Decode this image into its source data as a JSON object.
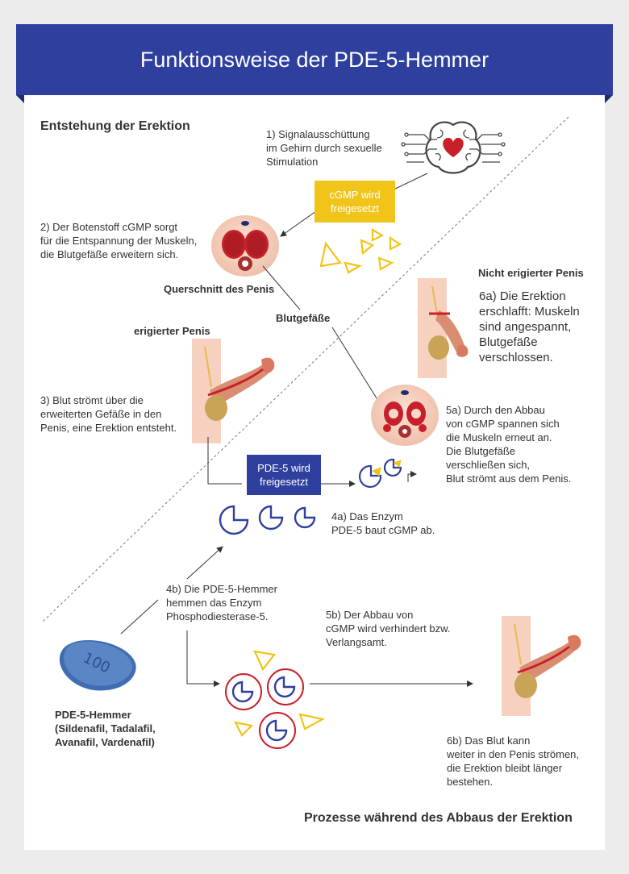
{
  "title": "Funktionsweise der PDE-5-Hemmer",
  "sections": {
    "erection_heading": "Entstehung der Erektion",
    "deflation_heading": "Prozesse während des Abbaus der Erektion"
  },
  "steps": {
    "s1": "1) Signalausschüttung\nim Gehirn durch sexuelle\nStimulation",
    "s2": "2) Der Botenstoff cGMP sorgt\nfür die Entspannung der Muskeln,\ndie Blutgefäße erweitern sich.",
    "s3": "3) Blut strömt über die\nerweiterten Gefäße in den\nPenis, eine Erektion entsteht.",
    "s4a": "4a) Das Enzym\nPDE-5 baut cGMP ab.",
    "s4b": "4b) Die PDE-5-Hemmer\nhemmen das Enzym\nPhosphodiesterase-5.",
    "s5a": "5a) Durch den Abbau\nvon cGMP spannen sich\ndie Muskeln erneut an.\nDie Blutgefäße\nverschließen sich,\nBlut strömt aus dem Penis.",
    "s5b": "5b) Der Abbau von\ncGMP wird verhindert bzw.\nVerlangsamt.",
    "s6a": "6a) Die Erektion\nerschlafft: Muskeln\nsind angespannt,\nBlutgefäße\nverschlossen.",
    "s6b": "6b) Das Blut kann\nweiter in den Penis strömen,\ndie Erektion bleibt länger\nbestehen."
  },
  "labels": {
    "cross_section": "Querschnitt des Penis",
    "vessels": "Blutgefäße",
    "erect": "erigierter Penis",
    "flaccid": "Nicht erigierter Penis",
    "inhibitor": "PDE-5-Hemmer\n(Sildenafil, Tadalafil,\nAvanafil, Vardenafil)",
    "pill_imprint": "100"
  },
  "boxes": {
    "cgmp": "cGMP wird\nfreigesetzt",
    "pde5": "PDE-5 wird\nfreigesetzt"
  },
  "colors": {
    "banner": "#2e3f9e",
    "cgmp_yellow": "#f0c419",
    "enzyme_blue": "#2e3f9e",
    "inhibitor_red": "#c8202a",
    "pill_blue": "#5b86c4"
  }
}
